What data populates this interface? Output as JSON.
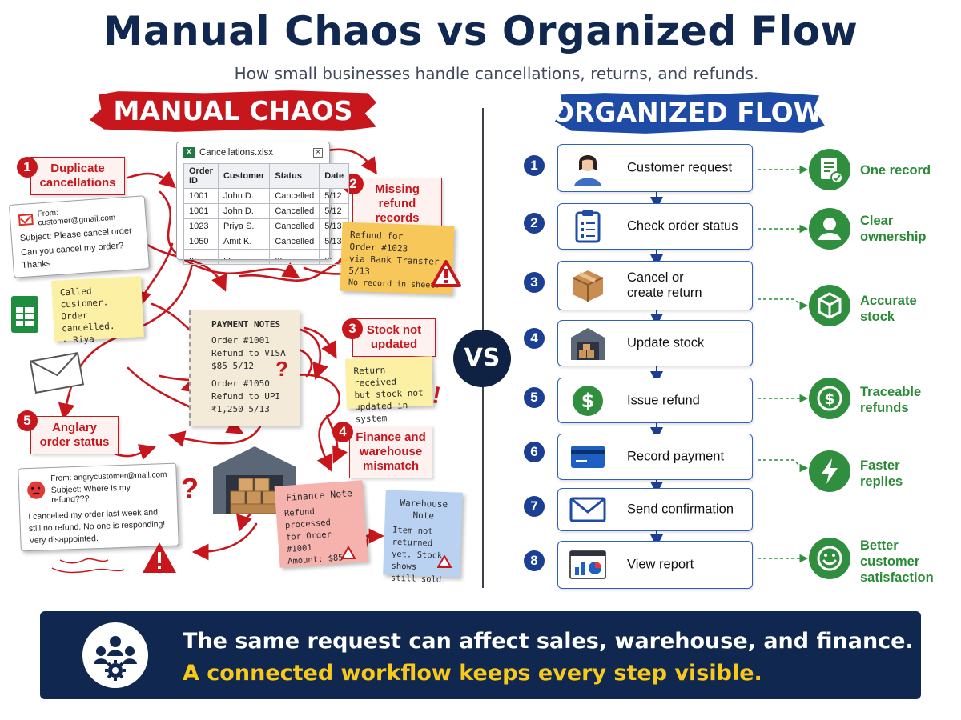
{
  "title": "Manual Chaos vs Organized Flow",
  "subtitle": "How small businesses handle cancellations, returns, and refunds.",
  "chaos": {
    "heading": "MANUAL CHAOS",
    "problems": [
      {
        "number": "1",
        "label": "Duplicate cancellations"
      },
      {
        "number": "2",
        "label": "Missing refund records"
      },
      {
        "number": "3",
        "label": "Stock not updated"
      },
      {
        "number": "4",
        "label": "Finance and warehouse mismatch"
      },
      {
        "number": "5",
        "label": "Anglary order status"
      }
    ],
    "spreadsheet": {
      "filename": "Cancellations.xlsx",
      "columns": [
        "Order ID",
        "Customer",
        "Status",
        "Date"
      ],
      "rows": [
        [
          "1001",
          "John D.",
          "Cancelled",
          "5/12"
        ],
        [
          "1001",
          "John D.",
          "Cancelled",
          "5/12"
        ],
        [
          "1023",
          "Priya S.",
          "Cancelled",
          "5/13"
        ],
        [
          "1050",
          "Amit K.",
          "Cancelled",
          "5/13"
        ],
        [
          "...",
          "...",
          "...",
          "..."
        ]
      ]
    },
    "email1": {
      "from": "From: customer@gmail.com",
      "subject": "Subject: Please cancel order",
      "body": [
        "Can you cancel my order?",
        "Thanks"
      ]
    },
    "sticky_called": [
      "Called customer.",
      "Order cancelled.",
      "- Riya"
    ],
    "sticky_refund": [
      "Refund for",
      "Order #1023",
      "via Bank Transfer",
      "5/13",
      "No record in sheet?"
    ],
    "payment_notes": {
      "title": "PAYMENT NOTES",
      "lines": [
        "Order #1001",
        "Refund to VISA",
        "$85   5/12",
        "",
        "Order #1050",
        "Refund to UPI",
        "₹1,250   5/13"
      ]
    },
    "sticky_return": [
      "Return received",
      "but stock not",
      "updated in system"
    ],
    "email2": {
      "from": "From: angrycustomer@mail.com",
      "subject": "Subject: Where is my refund???",
      "body": [
        "I cancelled my order last week and",
        "still no refund. No one is responding!",
        "Very disappointed."
      ]
    },
    "finance_note": {
      "title": "Finance Note",
      "lines": [
        "Refund processed",
        "for Order #1001",
        "Amount: $85"
      ]
    },
    "warehouse_note": {
      "title": "Warehouse Note",
      "lines": [
        "Item not returned",
        "yet. Stock shows",
        "still sold."
      ]
    },
    "question_mark": "?",
    "exclamation": "!"
  },
  "vs_label": "VS",
  "flow": {
    "heading": "ORGANIZED FLOW",
    "steps": [
      {
        "number": "1",
        "label": "Customer request",
        "icon": "customer-avatar-icon"
      },
      {
        "number": "2",
        "label": "Check order status",
        "icon": "clipboard-icon"
      },
      {
        "number": "3",
        "label": "Cancel or create return",
        "icon": "package-icon"
      },
      {
        "number": "4",
        "label": "Update stock",
        "icon": "warehouse-icon"
      },
      {
        "number": "5",
        "label": "Issue refund",
        "icon": "dollar-icon"
      },
      {
        "number": "6",
        "label": "Record payment",
        "icon": "credit-card-icon"
      },
      {
        "number": "7",
        "label": "Send confirmation",
        "icon": "envelope-icon"
      },
      {
        "number": "8",
        "label": "View report",
        "icon": "report-chart-icon"
      }
    ],
    "benefits": [
      {
        "label": "One record",
        "icon": "document-check-icon"
      },
      {
        "label": "Clear ownership",
        "icon": "person-icon"
      },
      {
        "label": "Accurate stock",
        "icon": "box-icon"
      },
      {
        "label": "Traceable refunds",
        "icon": "dollar-coin-icon"
      },
      {
        "label": "Faster replies",
        "icon": "lightning-icon"
      },
      {
        "label": "Better customer satisfaction",
        "icon": "smile-icon"
      }
    ]
  },
  "banner": {
    "line1": "The same request can affect sales, warehouse, and finance.",
    "line2": "A connected workflow keeps every step visible.",
    "icon": "team-gear-icon"
  },
  "colors": {
    "navy": "#10284f",
    "chaos_red": "#c8161d",
    "flow_blue": "#1e4ba5",
    "benefit_green": "#2f8f3e",
    "highlight_yellow": "#f8c81a"
  }
}
